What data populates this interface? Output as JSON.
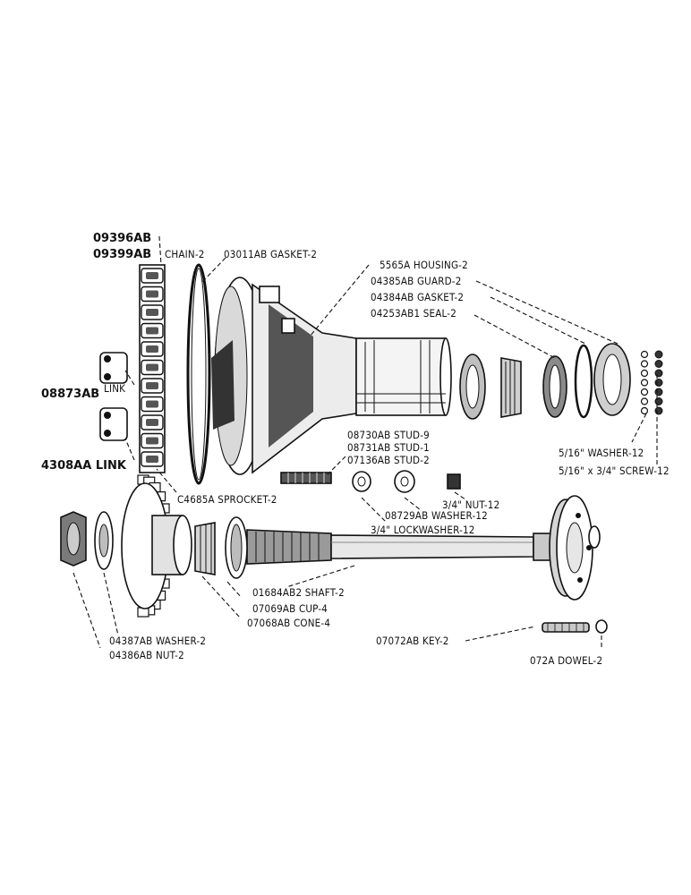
{
  "labels": {
    "chain_part_a": "09396AB",
    "chain_part_b": "09399AB",
    "chain": "CHAIN-2",
    "gasket_main": "03011AB GASKET-2",
    "housing": "5565A HOUSING-2",
    "guard": "04385AB GUARD-2",
    "gasket_small": "04384AB GASKET-2",
    "seal": "04253AB1 SEAL-2",
    "link_a": "08873AB",
    "link_a_suffix": "LINK",
    "link_b": "4308AA LINK",
    "stud_a": "08730AB STUD-9",
    "stud_b": "08731AB STUD-1",
    "stud_c": "07136AB STUD-2",
    "washer_frac": "5/16\" WASHER-12",
    "screw": "5/16\" x 3/4\" SCREW-12",
    "sprocket": "C4685A SPROCKET-2",
    "nut_small": "3/4\" NUT-12",
    "washer_mid": "08729AB WASHER-12",
    "lockwasher": "3/4\" LOCKWASHER-12",
    "shaft": "01684AB2 SHAFT-2",
    "cup": "07069AB CUP-4",
    "cone": "07068AB CONE-4",
    "washer_big": "04387AB WASHER-2",
    "nut_big": "04386AB NUT-2",
    "key": "07072AB KEY-2",
    "dowel": "072A DOWEL-2"
  }
}
